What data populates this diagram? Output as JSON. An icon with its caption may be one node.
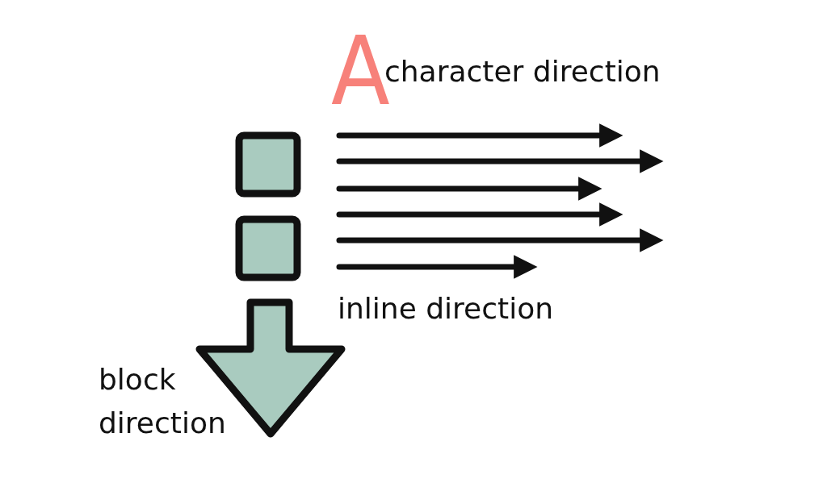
{
  "diagram": {
    "nodes": [
      {
        "text": [],
        "shape": "box"
      },
      {
        "text": [],
        "shape": "box"
      }
    ],
    "labels": [
      "A",
      "character direction",
      "inline direction",
      "block direction"
    ]
  }
}
